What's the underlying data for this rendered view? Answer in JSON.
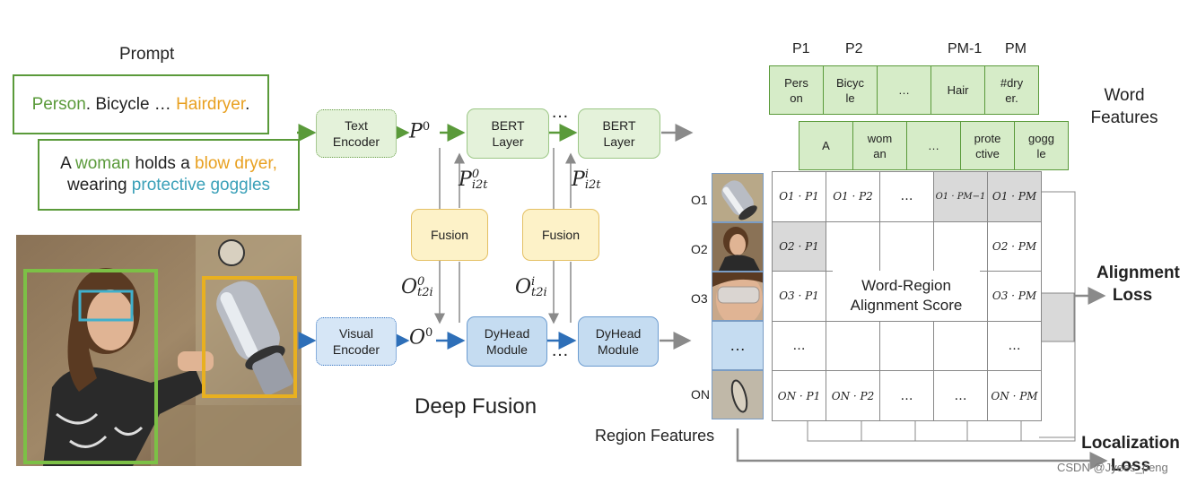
{
  "prompt": {
    "title": "Prompt",
    "line1": [
      {
        "t": "Person",
        "c": "green"
      },
      {
        "t": ". Bicycle … ",
        "c": "plain"
      },
      {
        "t": "Hairdryer",
        "c": "orange"
      },
      {
        "t": ".",
        "c": "plain"
      }
    ],
    "line2a": [
      {
        "t": "A ",
        "c": "plain"
      },
      {
        "t": "woman",
        "c": "green"
      },
      {
        "t": " holds a ",
        "c": "plain"
      },
      {
        "t": "blow dryer,",
        "c": "orange"
      }
    ],
    "line2b": [
      {
        "t": "wearing ",
        "c": "plain"
      },
      {
        "t": "protective goggles",
        "c": "blue"
      }
    ]
  },
  "encoders": {
    "text": "Text Encoder",
    "visual": "Visual Encoder"
  },
  "modules": {
    "bert1": "BERT Layer",
    "bert2": "BERT Layer",
    "fusion1": "Fusion",
    "fusion2": "Fusion",
    "dyhead1": "DyHead Module",
    "dyhead2": "DyHead Module"
  },
  "ellipsis": "…",
  "deep_fusion_label": "Deep Fusion",
  "word_features": {
    "label": "Word Features",
    "p_labels": [
      "P1",
      "P2",
      "PM-1",
      "PM"
    ],
    "row1": [
      "Pers on",
      "Bicyc le",
      "…",
      "Hair",
      "#dry er."
    ],
    "row2": [
      "A",
      "wom an",
      "…",
      "prote ctive",
      "gogg le"
    ]
  },
  "region_features": {
    "label": "Region Features",
    "o_labels": [
      "O1",
      "O2",
      "O3",
      "ON"
    ],
    "middle_cell": "…"
  },
  "matrix": {
    "row1": [
      "O1 · P1",
      "O1 · P2",
      "…",
      "O1 · PM−1",
      "O1 · PM"
    ],
    "row2": [
      "O2 · P1",
      "",
      "",
      "",
      "O2 · PM"
    ],
    "row3": [
      "O3 · P1",
      "",
      "",
      "",
      "O3 · PM"
    ],
    "row4": [
      "…",
      "",
      "",
      "",
      "…"
    ],
    "row5": [
      "ON · P1",
      "ON · P2",
      "…",
      "…",
      "ON · PM"
    ],
    "center_label": "Word-Region Alignment Score"
  },
  "alignment_loss": "Alignment Loss",
  "localization_loss": "Localization Loss",
  "watermark": "CSDN @Jyees_peng",
  "colors": {
    "green": "#5a9a3a",
    "orange": "#e8a020",
    "blue": "#3aa0b8",
    "bbox_green": "#7cc046",
    "bbox_orange": "#e8b020",
    "bbox_cyan": "#40b0cc",
    "arrow_green": "#5a9a3a",
    "arrow_blue": "#2e6fb8",
    "arrow_gray": "#8a8a8a"
  }
}
